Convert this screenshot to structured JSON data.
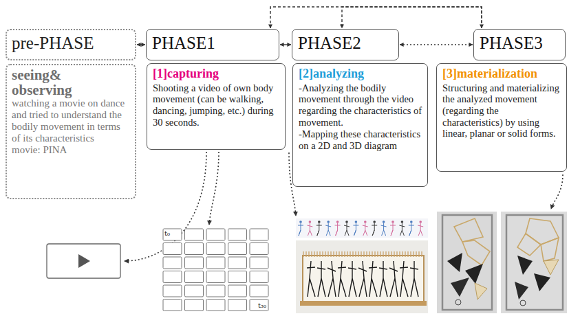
{
  "diagram": {
    "nodes": [
      {
        "text": [
          "pre-PHASE"
        ]
      },
      {
        "text": [
          "seeing& observing",
          "watching a movie on dance and tried to understand the bodily movement in terms of its characteristics",
          "movie: PINA"
        ]
      },
      {
        "text": [
          "PHASE1"
        ]
      },
      {
        "text": [
          "[1]capturing",
          "Shooting a video of own body movement (can be walking, dancing, jumping, etc.) during 30 seconds."
        ]
      },
      {
        "text": [
          "PHASE2"
        ]
      },
      {
        "text": [
          "[2]analyzing",
          "-Analyzing the bodily movement through the video regarding the characteristics of movement.",
          "-Mapping these characteristics on a 2D and 3D diagram"
        ]
      },
      {
        "text": [
          "PHASE3"
        ]
      },
      {
        "text": [
          "[3]materialization",
          "Structuring and materializing the analyzed movement (regarding the characteristics) by using linear, planar or solid forms."
        ]
      }
    ],
    "edges": [
      {
        "from": 0,
        "to": 2,
        "arrow": "both"
      },
      {
        "from": 2,
        "to": 4,
        "arrow": "both"
      },
      {
        "from": 4,
        "to": 6,
        "arrow": "both"
      },
      {
        "from": 2,
        "to": 6,
        "arrow": "both"
      },
      {
        "from": 6,
        "to": 4,
        "arrow": "to"
      }
    ],
    "labels": [
      "t₀",
      "t₃₀"
    ]
  }
}
